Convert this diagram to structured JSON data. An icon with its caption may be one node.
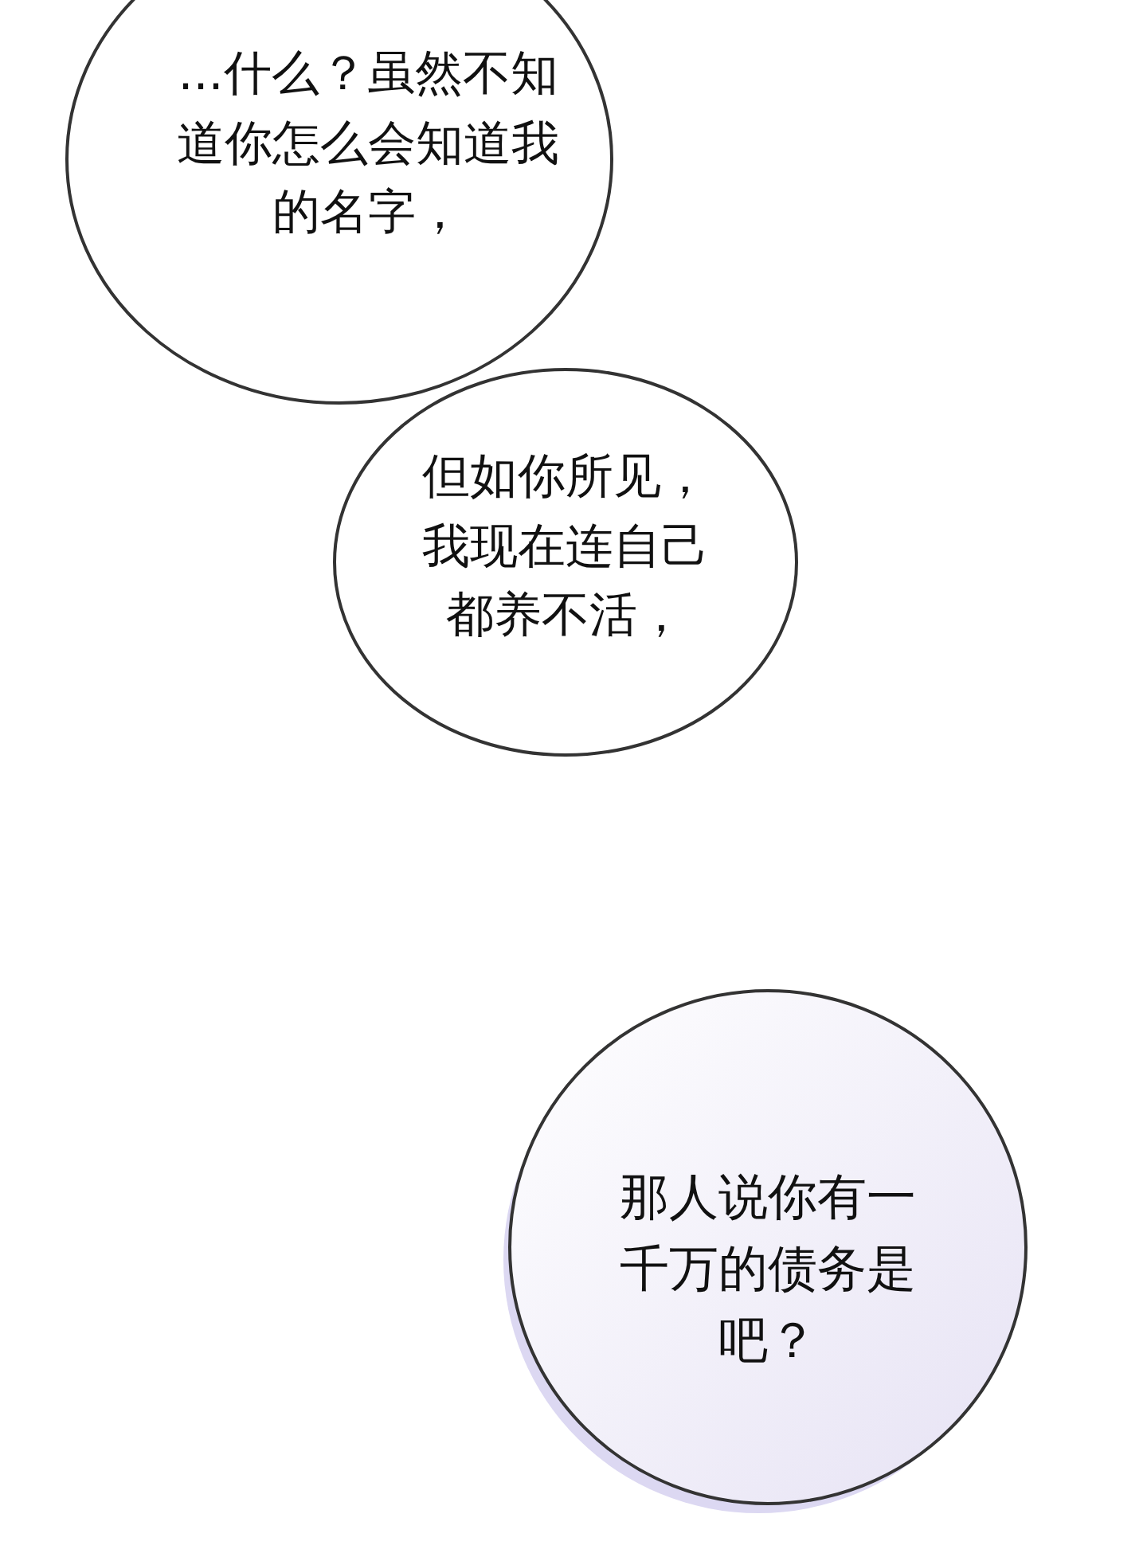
{
  "diagram": {
    "nodes": [
      {
        "text": [
          "...什么？虽然不知道你怎么会知道我的名字，"
        ]
      },
      {
        "text": [
          "但如你所见，我现在连自己都养不活，"
        ]
      },
      {
        "text": [
          "那人说你有一千万的债务是吧？"
        ]
      }
    ]
  }
}
